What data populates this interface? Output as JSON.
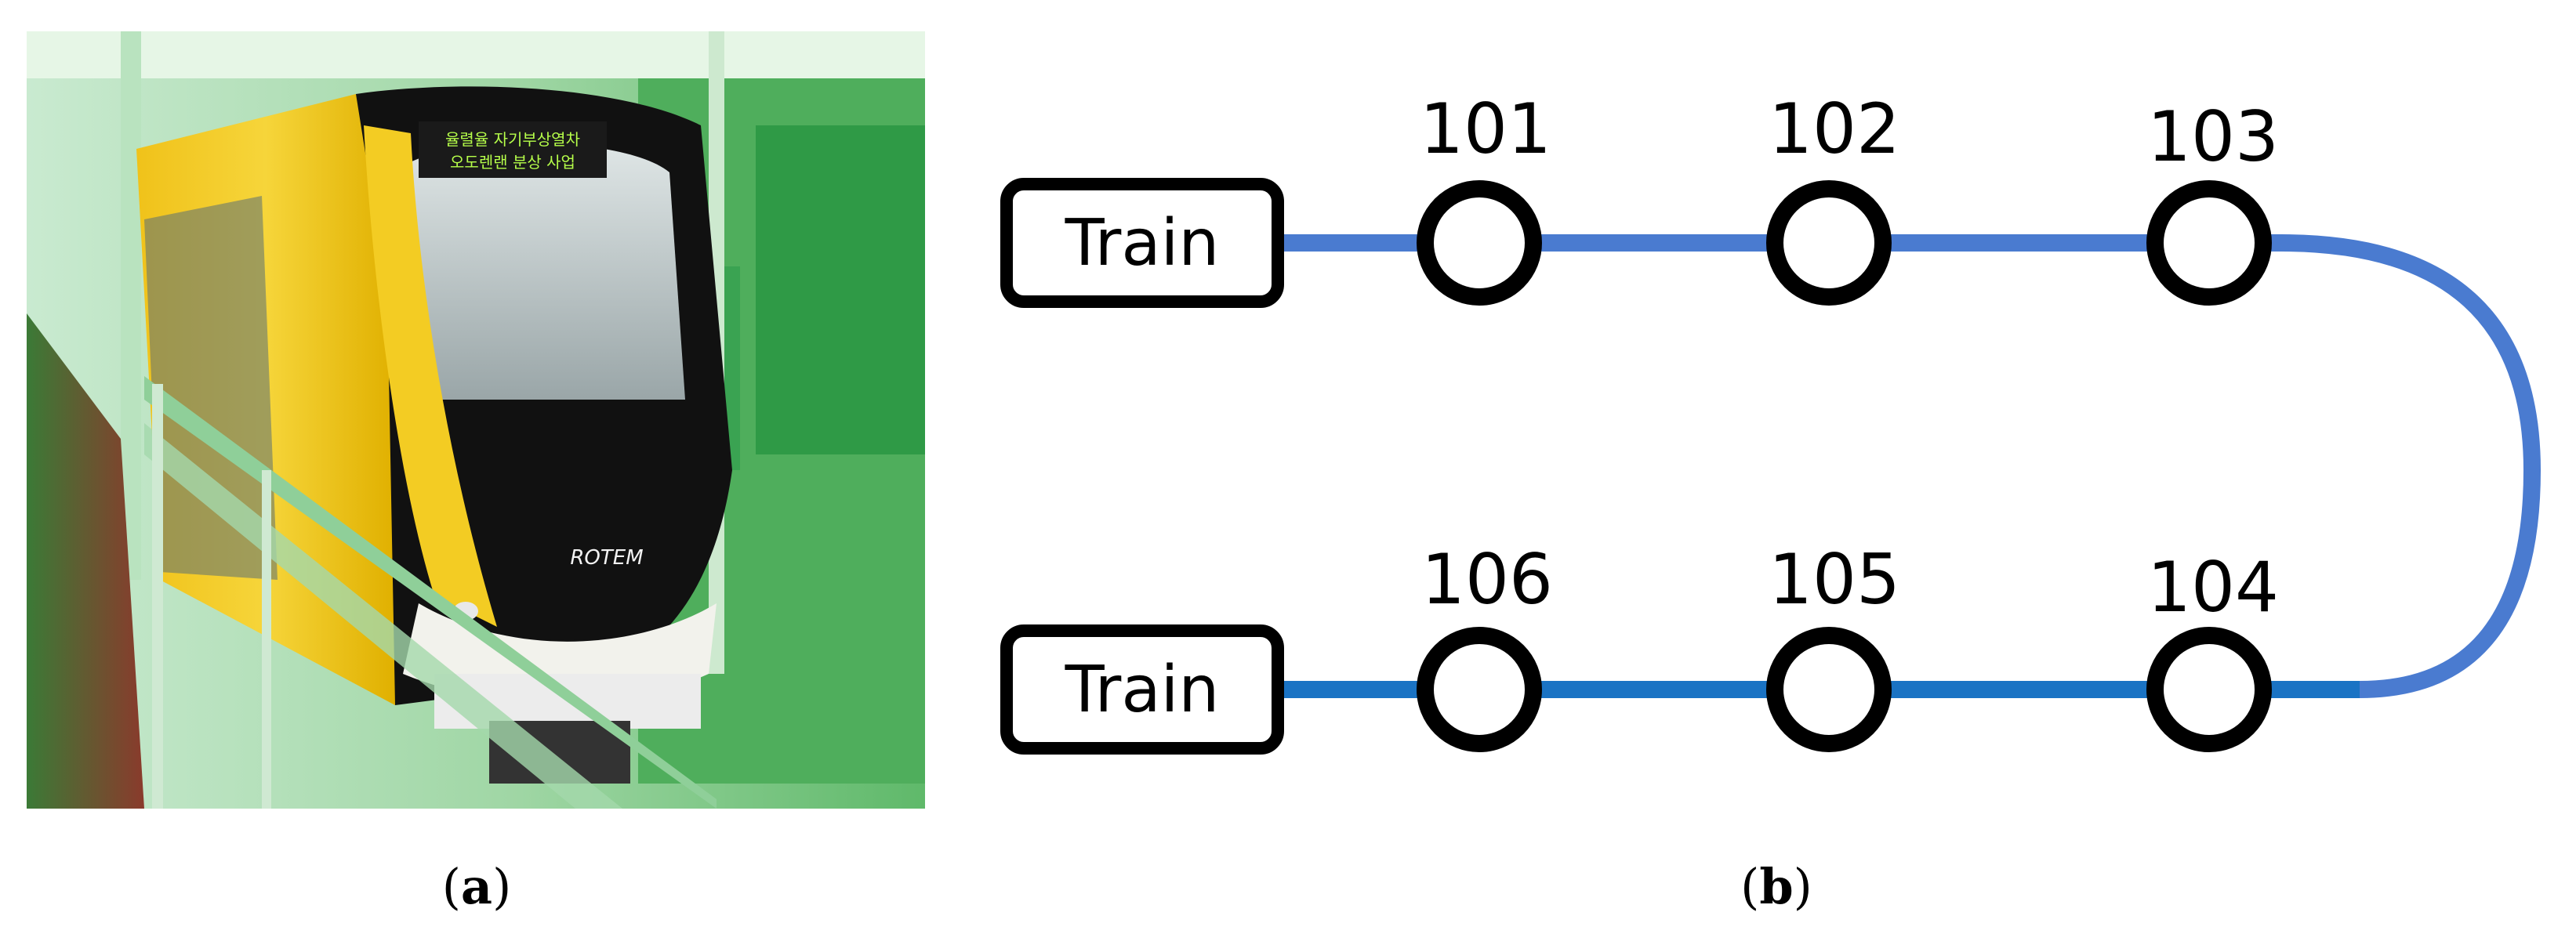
{
  "photo": {
    "dest_sign_line1": "율렬율 자기부상열차",
    "dest_sign_line2": "오도렌랜 분상 사업",
    "logo_text": "ROTEM"
  },
  "diagram": {
    "colors": {
      "line": "#4a7bd0",
      "line_lower": "#1a73c4",
      "node_stroke": "#000000"
    },
    "trains": [
      {
        "id": "train-upper",
        "label": "Train"
      },
      {
        "id": "train-lower",
        "label": "Train"
      }
    ],
    "stations_upper": [
      {
        "id": "101",
        "label": "101"
      },
      {
        "id": "102",
        "label": "102"
      },
      {
        "id": "103",
        "label": "103"
      }
    ],
    "stations_lower": [
      {
        "id": "106",
        "label": "106"
      },
      {
        "id": "105",
        "label": "105"
      },
      {
        "id": "104",
        "label": "104"
      }
    ]
  },
  "captions": {
    "a": {
      "open": "(",
      "letter": "a",
      "close": ")"
    },
    "b": {
      "open": "(",
      "letter": "b",
      "close": ")"
    }
  }
}
